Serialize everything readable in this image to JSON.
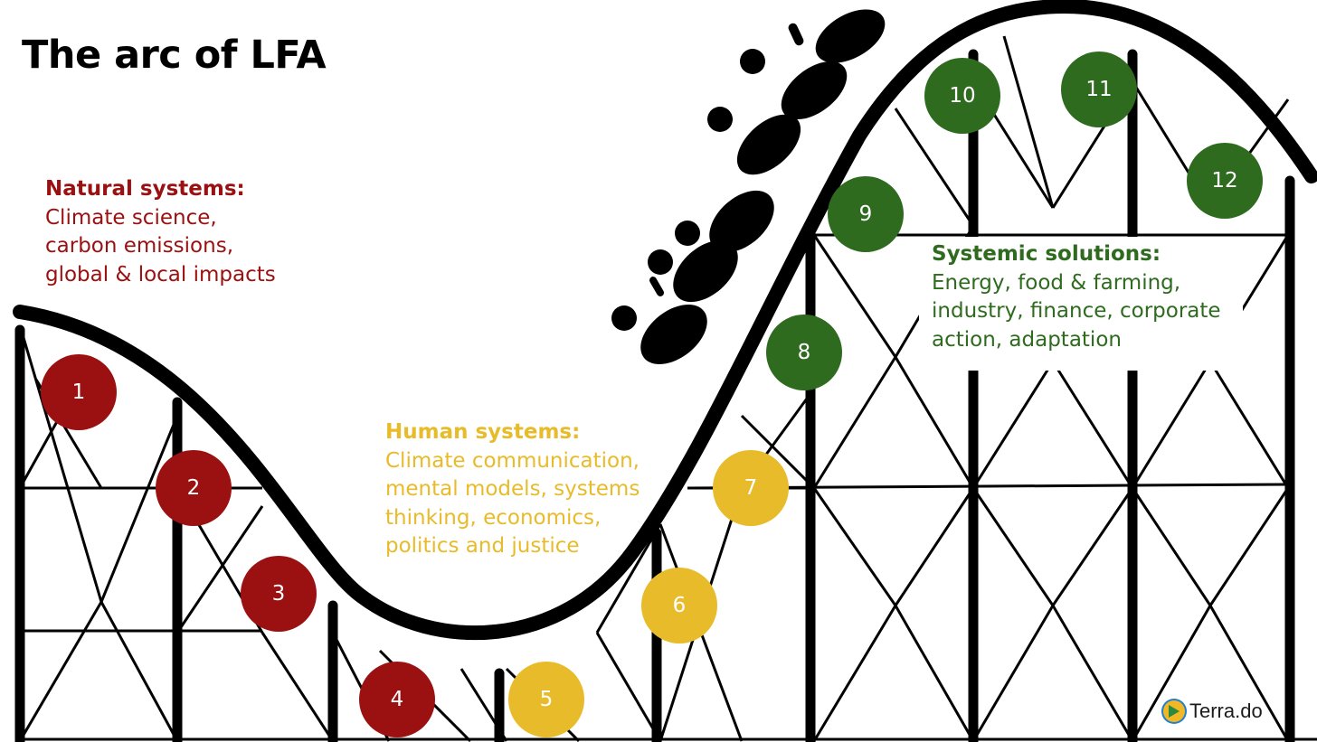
{
  "title": "The arc of LFA",
  "sections": {
    "natural": {
      "heading": "Natural systems:",
      "body": "Climate science,\ncarbon emissions,\nglobal & local impacts",
      "color": "#9b1010"
    },
    "human": {
      "heading": "Human systems:",
      "body": "Climate communication,\nmental models, systems\nthinking, economics,\npolitics and justice",
      "color": "#e8bb2a"
    },
    "systemic": {
      "heading": "Systemic solutions:",
      "body": "Energy, food & farming,\nindustry, finance, corporate\naction, adaptation",
      "color": "#2e6b1f"
    }
  },
  "nodes": [
    {
      "label": "1",
      "group": "natural"
    },
    {
      "label": "2",
      "group": "natural"
    },
    {
      "label": "3",
      "group": "natural"
    },
    {
      "label": "4",
      "group": "natural"
    },
    {
      "label": "5",
      "group": "human"
    },
    {
      "label": "6",
      "group": "human"
    },
    {
      "label": "7",
      "group": "human"
    },
    {
      "label": "8",
      "group": "systemic"
    },
    {
      "label": "9",
      "group": "systemic"
    },
    {
      "label": "10",
      "group": "systemic"
    },
    {
      "label": "11",
      "group": "systemic"
    },
    {
      "label": "12",
      "group": "systemic"
    }
  ],
  "brand": {
    "name": "Terra.do",
    "icon": "terra-do-logo-icon"
  }
}
